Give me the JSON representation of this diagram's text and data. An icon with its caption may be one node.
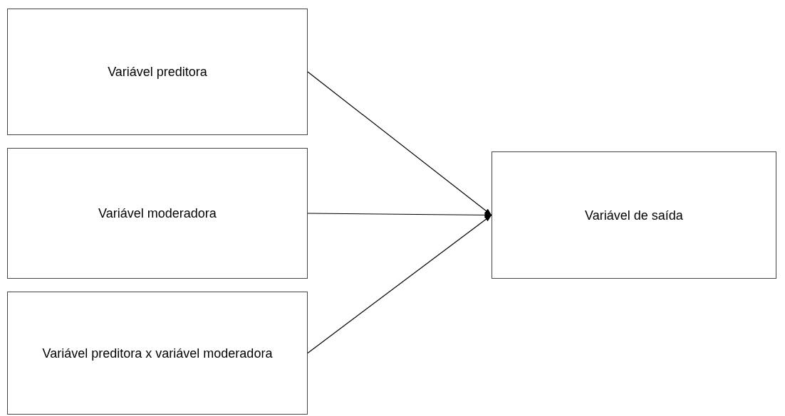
{
  "diagram": {
    "nodes": [
      {
        "text": [
          "Variável preditora"
        ]
      },
      {
        "text": [
          "Variável moderadora"
        ]
      },
      {
        "text": [
          "Variável preditora x variável moderadora"
        ]
      },
      {
        "text": [
          "Variável de saída"
        ]
      }
    ],
    "edges": [
      {
        "from": 0,
        "to": 3,
        "arrow": "to"
      },
      {
        "from": 1,
        "to": 3,
        "arrow": "to"
      },
      {
        "from": 2,
        "to": 3,
        "arrow": "to"
      }
    ]
  }
}
